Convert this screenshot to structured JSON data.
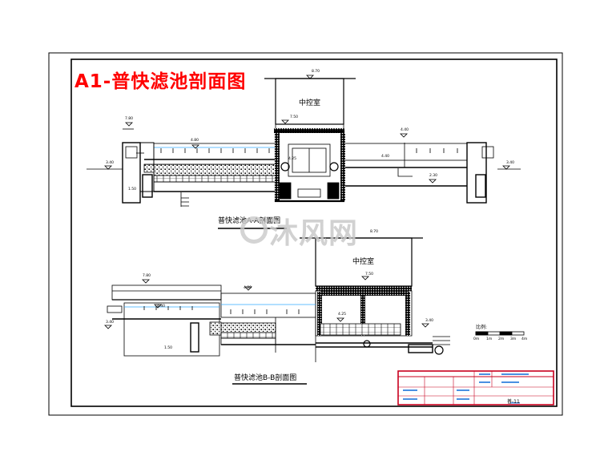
{
  "title": "A1-普快滤池剖面图",
  "colors": {
    "title": "#ff0000",
    "titleblock": "#c8001e",
    "water": "#33aaff",
    "ink": "#000000"
  },
  "section_aa": {
    "caption": "普快滤池A-A剖面图",
    "room": "中控室",
    "elevations": {
      "roof": "8.70",
      "floor": "7.50",
      "left_top": "7.80",
      "water": "4.80",
      "right_water": "4.40",
      "left_ground": "3.40",
      "right_ground": "3.40",
      "bottom": "1.50",
      "mid": "2.30",
      "inner": "4.25",
      "pipe": "4.40"
    }
  },
  "section_bb": {
    "caption": "普快滤池B-B剖面图",
    "room": "中控室",
    "elevations": {
      "roof": "8.70",
      "floor": "7.50",
      "left_top": "7.80",
      "water": "4.80",
      "water2": "4.40",
      "ground": "3.40",
      "bottom": "1.50",
      "inner": "4.25",
      "right": "3.40"
    }
  },
  "scale_bar": {
    "label": "比例:",
    "ticks": [
      "0m",
      "1m",
      "2m",
      "3m",
      "4m"
    ]
  },
  "titleblock": {
    "sheet_no": "普-11"
  },
  "watermark": {
    "text": "沐风网"
  }
}
